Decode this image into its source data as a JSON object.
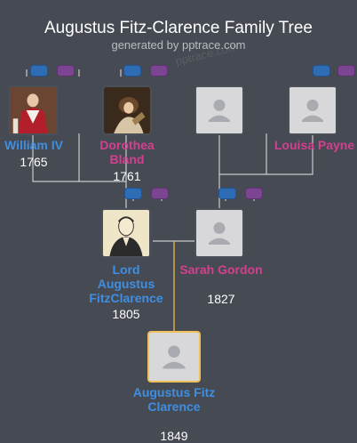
{
  "header": {
    "title": "Augustus Fitz-Clarence Family Tree",
    "subtitle": "generated by pptrace.com",
    "watermark": "pptrace.com"
  },
  "colors": {
    "background": "#464a52",
    "male_name": "#3e8fe3",
    "female_name": "#d2408f",
    "connector": "#c9cbcf",
    "descent_line": "#e0b24b",
    "selected_border": "#f0c059",
    "button_blue": "#2e6db4",
    "button_purple": "#7c4591"
  },
  "people": {
    "william_iv": {
      "name": "William IV",
      "year": "1765",
      "gender": "male",
      "photo": "portrait"
    },
    "dorothea_bland": {
      "name": "Dorothea Bland",
      "year": "1761",
      "gender": "female",
      "photo": "portrait"
    },
    "unknown_father": {
      "name": "",
      "year": "",
      "gender": "unknown",
      "photo": "placeholder-person-icon"
    },
    "louisa_payne": {
      "name": "Louisa Payne",
      "year": "",
      "gender": "female",
      "photo": "placeholder-person-icon"
    },
    "lord_augustus": {
      "name": "Lord Augustus FitzClarence",
      "year": "1805",
      "gender": "male",
      "photo": "engraving"
    },
    "sarah_gordon": {
      "name": "Sarah Gordon",
      "year": "1827",
      "gender": "female",
      "photo": "placeholder-person-icon"
    },
    "augustus_fitz_clarence": {
      "name": "Augustus Fitz Clarence",
      "year": "1849",
      "gender": "male",
      "photo": "placeholder-person-icon",
      "selected": true
    }
  },
  "icons": {
    "expand_father": "blue-expand-button",
    "expand_mother": "purple-expand-button",
    "placeholder": "person-silhouette-icon"
  }
}
